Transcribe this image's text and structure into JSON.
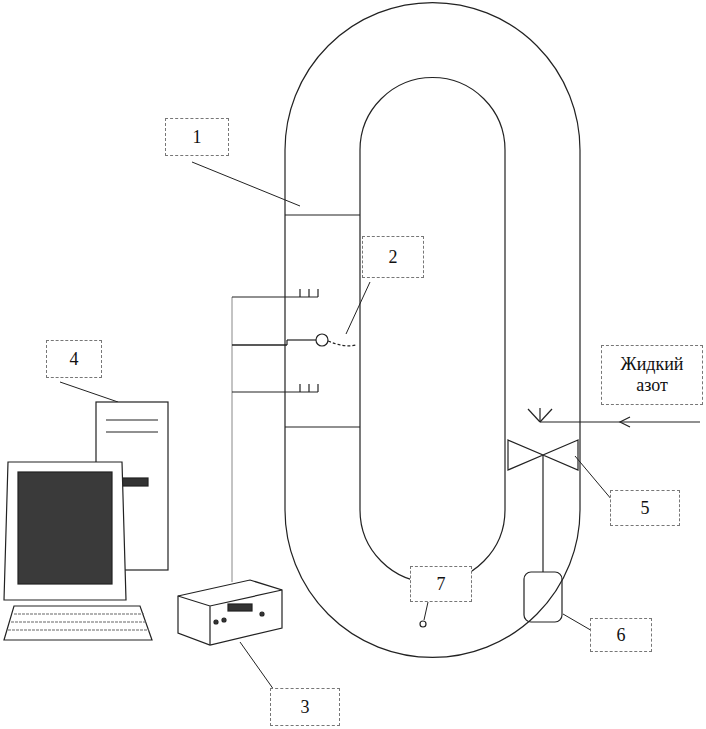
{
  "diagram": {
    "nodes": [
      {
        "text": [
          "1"
        ]
      },
      {
        "text": [
          "2"
        ]
      },
      {
        "text": [
          "4"
        ]
      },
      {
        "text": [
          "Жидкий азот"
        ]
      },
      {
        "text": [
          "5"
        ]
      },
      {
        "text": [
          "7"
        ]
      },
      {
        "text": [
          "6"
        ]
      },
      {
        "text": [
          "3"
        ]
      }
    ]
  }
}
